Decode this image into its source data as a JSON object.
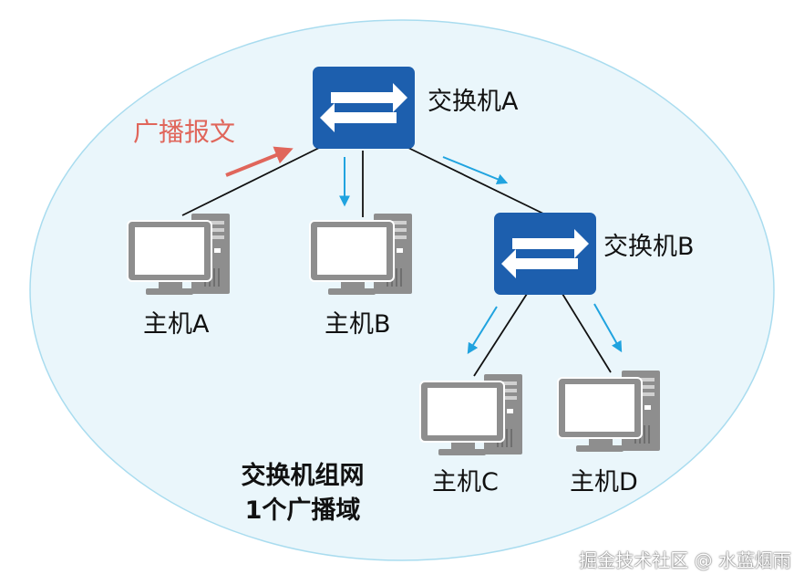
{
  "diagram": {
    "switches": [
      {
        "id": "sw-a",
        "label": "交换机A"
      },
      {
        "id": "sw-b",
        "label": "交换机B"
      }
    ],
    "hosts": [
      {
        "id": "host-a",
        "label": "主机A"
      },
      {
        "id": "host-b",
        "label": "主机B"
      },
      {
        "id": "host-c",
        "label": "主机C"
      },
      {
        "id": "host-d",
        "label": "主机D"
      }
    ],
    "broadcast_label": "广播报文",
    "domain_caption": {
      "line1": "交换机组网",
      "line2": "1个广播域"
    },
    "watermark": "掘金技术社区 @ 水蓝烟雨",
    "colors": {
      "domain_fill": "#eaf6fb",
      "domain_stroke": "#a9dcef",
      "switch": "#1d5fae",
      "host_gray": "#8e8e8e",
      "link": "#111111",
      "broadcast_arrow": "#e0665b",
      "flow_arrow": "#20a3df"
    }
  }
}
